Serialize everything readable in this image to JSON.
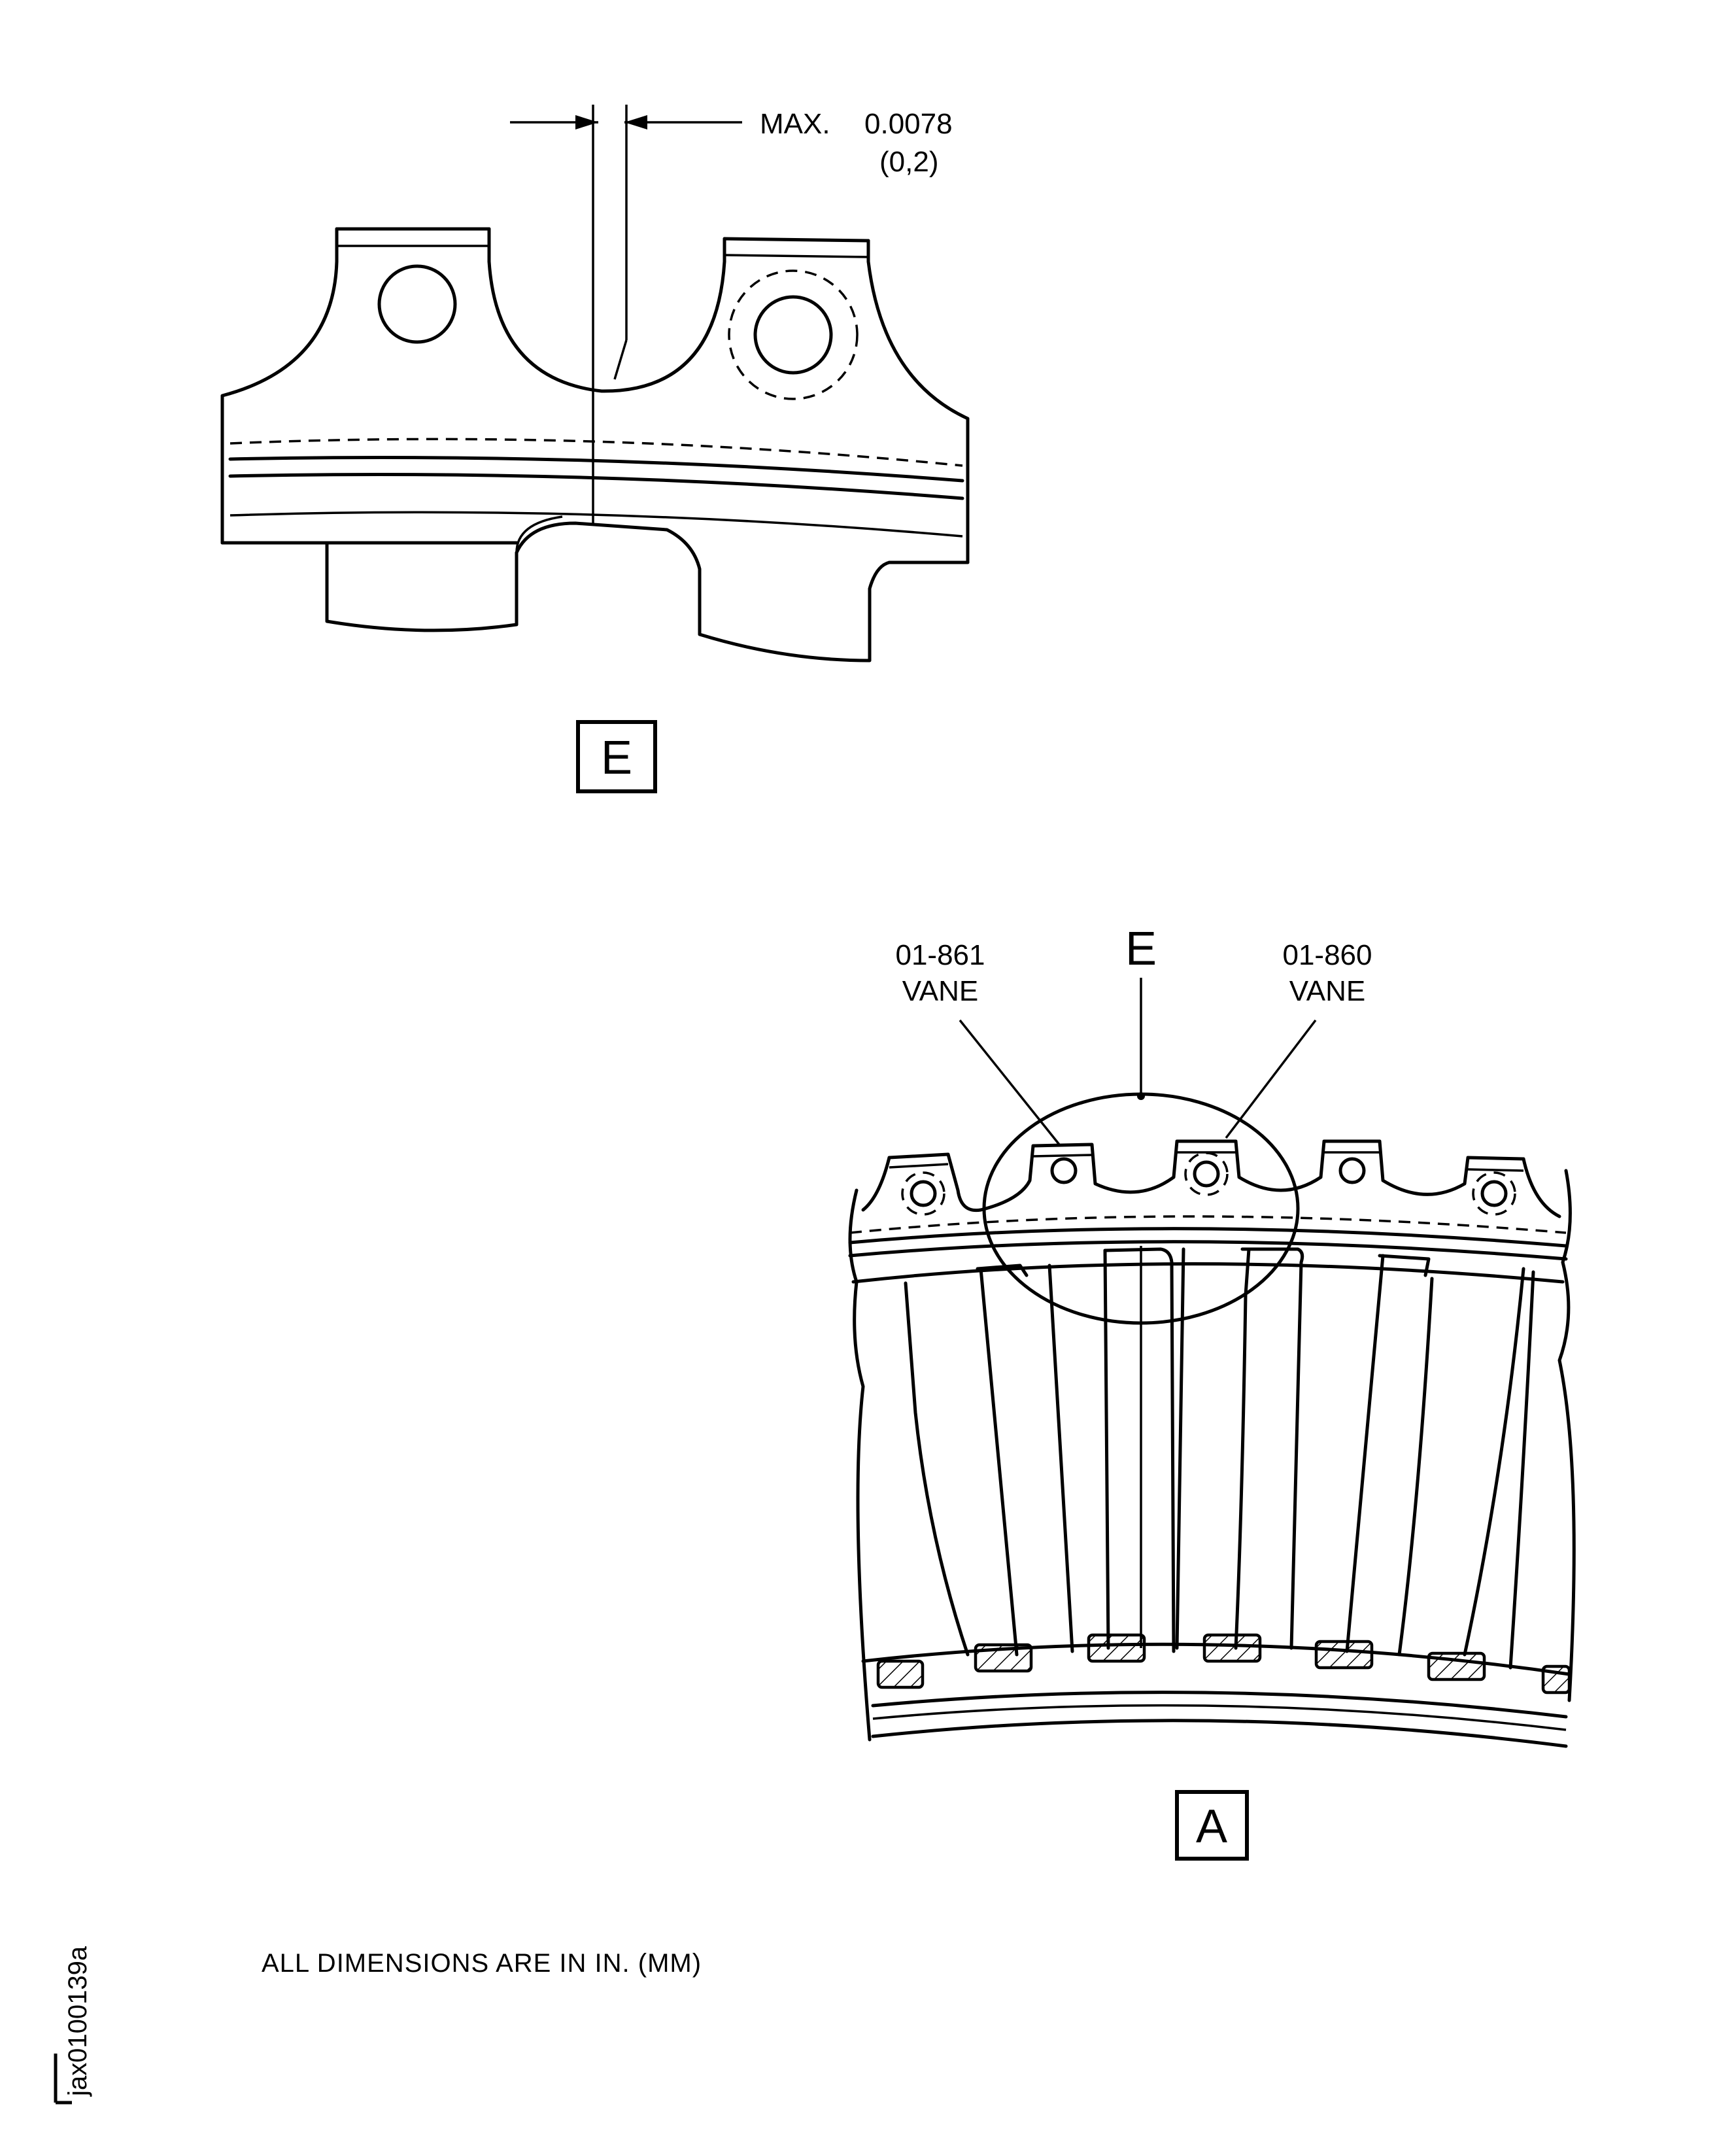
{
  "dimension": {
    "max_label": "MAX.",
    "value_in": "0.0078",
    "value_mm": "(0,2)"
  },
  "detail_e": {
    "label": "E"
  },
  "view_a": {
    "label": "A",
    "callout_label": "E",
    "vane_left": {
      "part": "01-861",
      "name": "VANE"
    },
    "vane_right": {
      "part": "01-860",
      "name": "VANE"
    }
  },
  "footnote": "ALL DIMENSIONS ARE IN IN. (MM)",
  "figure_code": "jax0100139a"
}
